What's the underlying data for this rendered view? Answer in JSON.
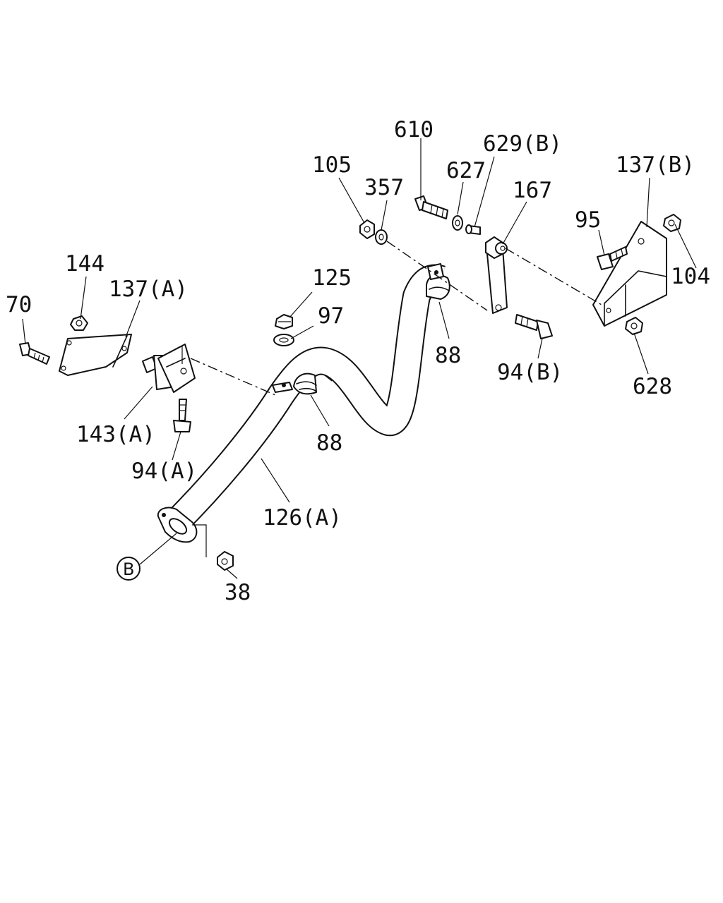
{
  "labels": {
    "l610": "610",
    "l629b": "629(B)",
    "l105": "105",
    "l627": "627",
    "l357": "357",
    "l167": "167",
    "l137b": "137(B)",
    "l95": "95",
    "l104": "104",
    "l144": "144",
    "l125": "125",
    "l137a": "137(A)",
    "l70": "70",
    "l97": "97",
    "l88a": "88",
    "l94b": "94(B)",
    "l628": "628",
    "l143a": "143(A)",
    "l88b": "88",
    "l94a": "94(A)",
    "l126a": "126(A)",
    "l38": "38",
    "lB": "B"
  },
  "colors": {
    "ink": "#111111",
    "paper": "#ffffff"
  }
}
